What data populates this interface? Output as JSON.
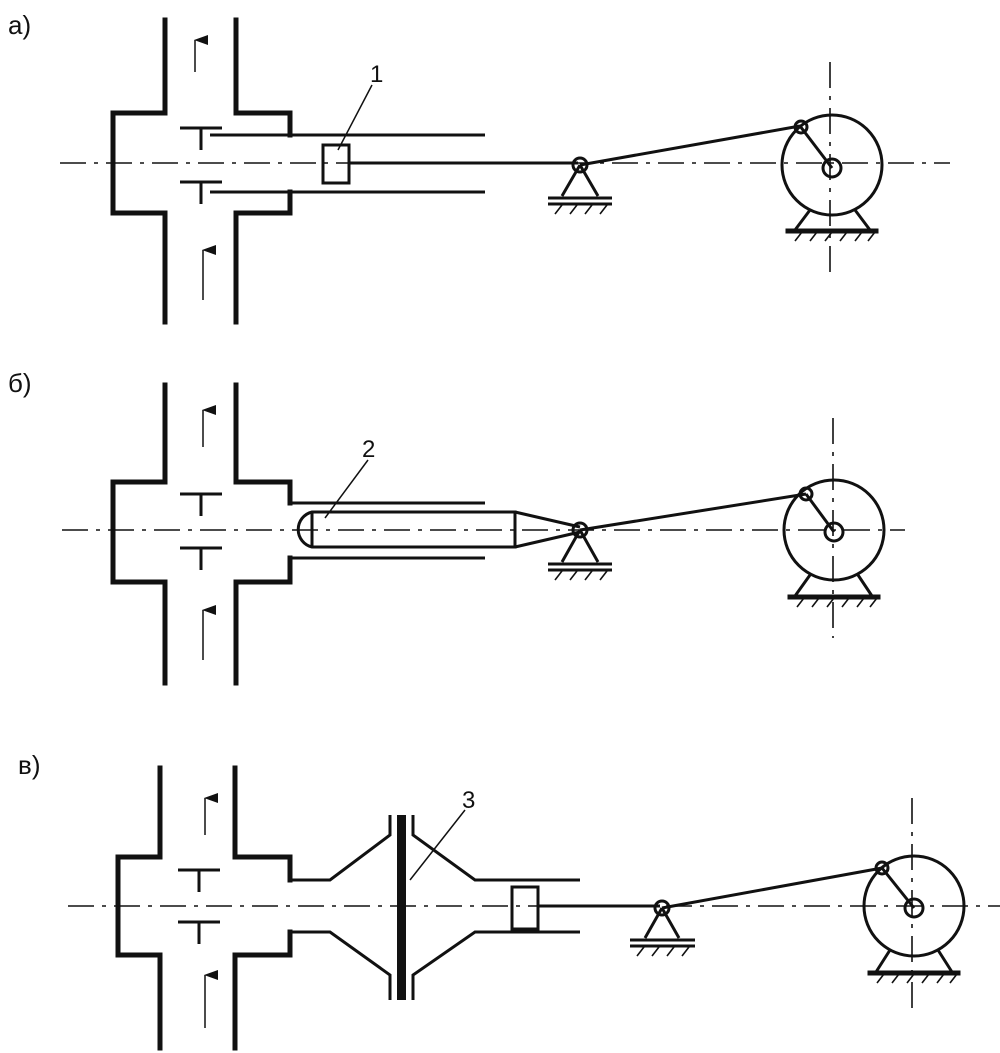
{
  "panels": [
    {
      "id": "a",
      "label": "а)",
      "part_label": "1"
    },
    {
      "id": "b",
      "label": "б)",
      "part_label": "2"
    },
    {
      "id": "c",
      "label": "в)",
      "part_label": "3"
    }
  ]
}
